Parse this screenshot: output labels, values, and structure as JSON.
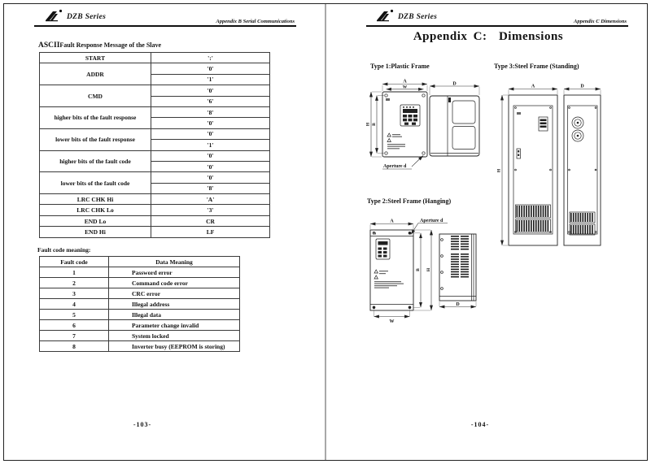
{
  "page_left": {
    "header": {
      "brand": "DZB Series",
      "section": "Appendix B Serial Communications"
    },
    "title_prefix": "ASCII",
    "title_rest": "Fault Response Message of the Slave",
    "response_table": {
      "rows": [
        {
          "label": "START",
          "values": [
            "':'"
          ]
        },
        {
          "label": "ADDR",
          "values": [
            "'0'",
            "'1'"
          ]
        },
        {
          "label": "CMD",
          "values": [
            "'0'",
            "'6'"
          ]
        },
        {
          "label": "higher bits of the fault response",
          "values": [
            "'8'",
            "'0'"
          ]
        },
        {
          "label": "lower bits of the fault response",
          "values": [
            "'0'",
            "'1'"
          ]
        },
        {
          "label": "higher bits of the fault code",
          "values": [
            "'0'",
            "'0'"
          ]
        },
        {
          "label": "lower bits of the fault code",
          "values": [
            "'0'",
            "'8'"
          ]
        },
        {
          "label": "LRC CHK Hi",
          "values": [
            "'A'"
          ]
        },
        {
          "label": "LRC CHK Lo",
          "values": [
            "'3'"
          ]
        },
        {
          "label": "END Lo",
          "values": [
            "CR"
          ]
        },
        {
          "label": "END Hi",
          "values": [
            "LF"
          ]
        }
      ]
    },
    "fault_section_title": "Fault code meaning:",
    "fault_table": {
      "headers": [
        "Fault code",
        "Data Meaning"
      ],
      "rows": [
        [
          "1",
          "Password error"
        ],
        [
          "2",
          "Command code error"
        ],
        [
          "3",
          "CRC error"
        ],
        [
          "4",
          "Illegal address"
        ],
        [
          "5",
          "Illegal data"
        ],
        [
          "6",
          "Parameter change invalid"
        ],
        [
          "7",
          "System locked"
        ],
        [
          "8",
          "Inverter busy  (EEPROM is storing)"
        ]
      ]
    },
    "page_number": "-103-"
  },
  "page_right": {
    "header": {
      "brand": "DZB Series",
      "section": "Appendix C Dimensions"
    },
    "title": "Appendix C:  Dimensions",
    "sections": {
      "type1": "Type 1:Plastic Frame",
      "type2": "Type 2:Steel Frame (Hanging)",
      "type3": "Type 3:Steel Frame (Standing)"
    },
    "dim_labels": {
      "A": "A",
      "W": "W",
      "B": "B",
      "H": "H",
      "D": "D"
    },
    "aperture_label": "Aperture d",
    "page_number": "-104-"
  }
}
